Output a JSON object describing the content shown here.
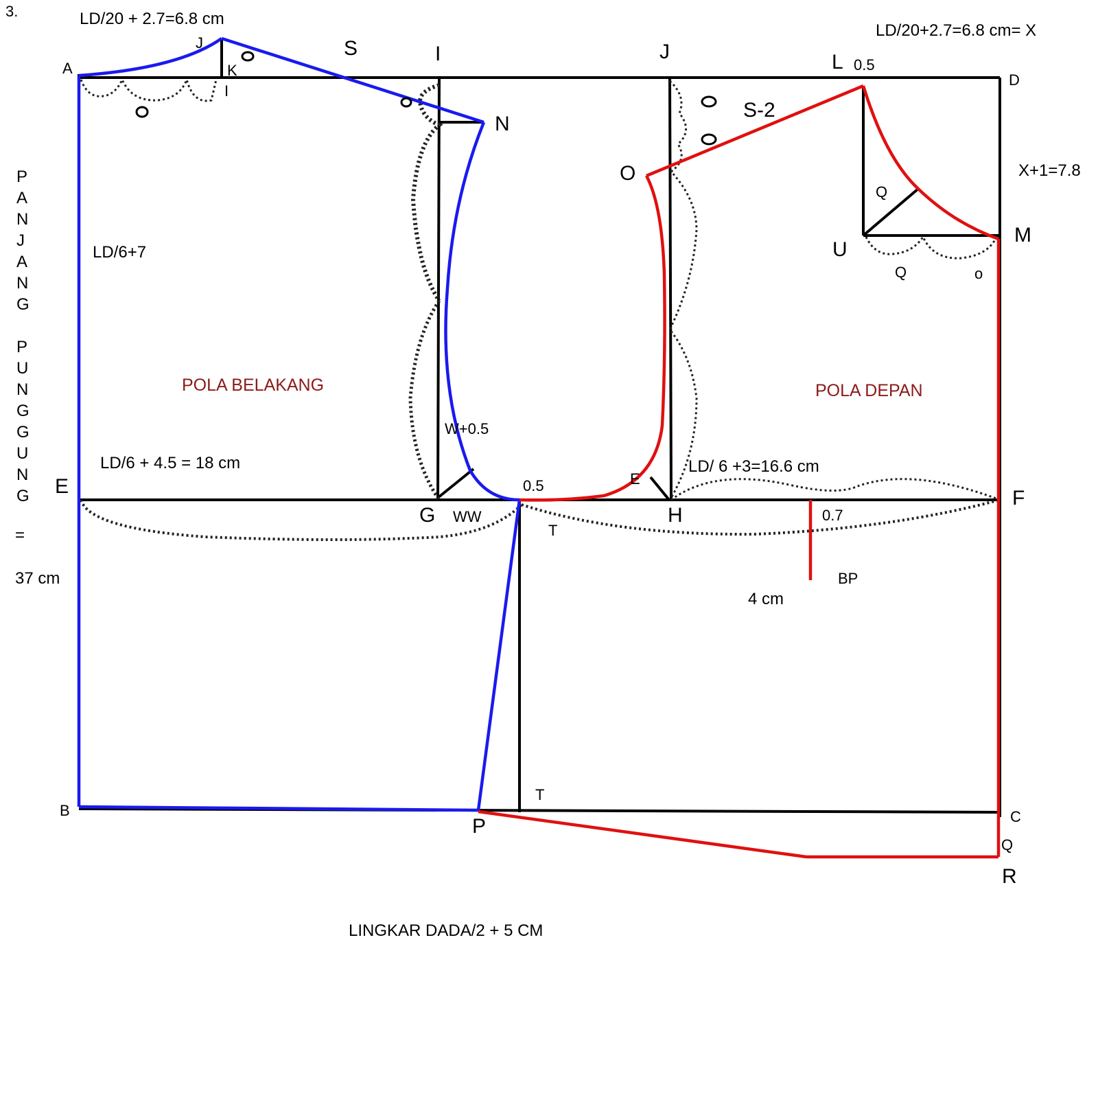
{
  "figure_number": "3.",
  "colors": {
    "draft": "#000000",
    "back_pattern": "#1a1aee",
    "front_pattern": "#e01010",
    "title": "#8b1a1a",
    "background": "#ffffff"
  },
  "titles": {
    "back": "POLA BELAKANG",
    "front": "POLA DEPAN"
  },
  "measurements": {
    "back_neck_width": "LD/20 + 2.7=6.8 cm",
    "front_neck_width": "LD/20+2.7=6.8 cm= X",
    "front_neck_depth": "X+1=7.8",
    "back_armhole_depth": "LD/6+7",
    "back_width": "LD/6 + 4.5 = 18 cm",
    "front_width": "LD/ 6 +3=16.6 cm",
    "back_length_letters": [
      "P",
      "A",
      "N",
      "J",
      "A",
      "N",
      "G",
      "",
      "P",
      "U",
      "N",
      "G",
      "G",
      "U",
      "N",
      "G"
    ],
    "back_length_equals": "=",
    "back_length_value": "37 cm",
    "total_width": "LINGKAR DADA/2 + 5 CM",
    "dart_depth": "4 cm",
    "w_offset": "W+0.5",
    "shift_05_a": "0.5",
    "shift_05_b": "0.5",
    "shift_07": "0.7"
  },
  "points": {
    "A": "A",
    "B": "B",
    "C": "C",
    "D": "D",
    "E": "E",
    "F": "F",
    "G": "G",
    "H": "H",
    "I": "I",
    "J": "J",
    "L": "L",
    "M": "M",
    "N": "N",
    "O": "O",
    "P": "P",
    "Q": "Q",
    "R": "R",
    "T": "T",
    "U": "U",
    "S": "S",
    "S2": "S-2",
    "K": "K",
    "BP": "BP",
    "WW": "WW",
    "J_small": "J",
    "I_small": "I",
    "E_small": "E",
    "Q_small": "Q",
    "O_mark": "o"
  }
}
